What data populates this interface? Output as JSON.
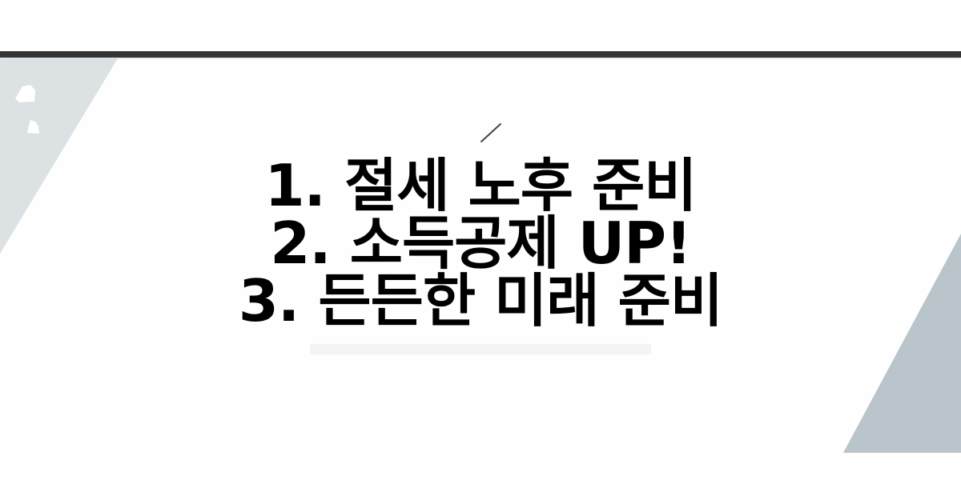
{
  "headline": {
    "lines": [
      "1. 절세 노후 준비",
      "2. 소득공제 UP!",
      "3. 든든한 미래 준비"
    ]
  },
  "colors": {
    "background": "#fefefe",
    "top_bar": "#353535",
    "left_shape": "#dce1e3",
    "right_shape": "#b9c5ca",
    "text": "#000000",
    "underbar": "#f3f4f6"
  }
}
